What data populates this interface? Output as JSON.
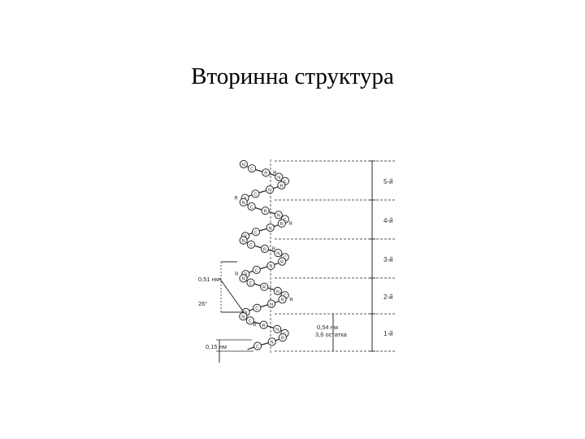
{
  "slide": {
    "title": "Вторинна структура"
  },
  "diagram": {
    "turn_labels": [
      "5-й",
      "4-й",
      "3-й",
      "2-й",
      "1-й"
    ],
    "dimension_labels": {
      "residue_rise": "0,51 нм",
      "tilt_angle": "26°",
      "pitch_value": "0,54 нм",
      "pitch_residues": "3,6 остатка",
      "rise_per_residue": "0,15 нм"
    },
    "atom_letters": [
      "N",
      "C",
      "R"
    ],
    "colors": {
      "ink": "#2a2a2a",
      "dash": "#5a5a5a",
      "atom_fill": "#ffffff"
    }
  }
}
